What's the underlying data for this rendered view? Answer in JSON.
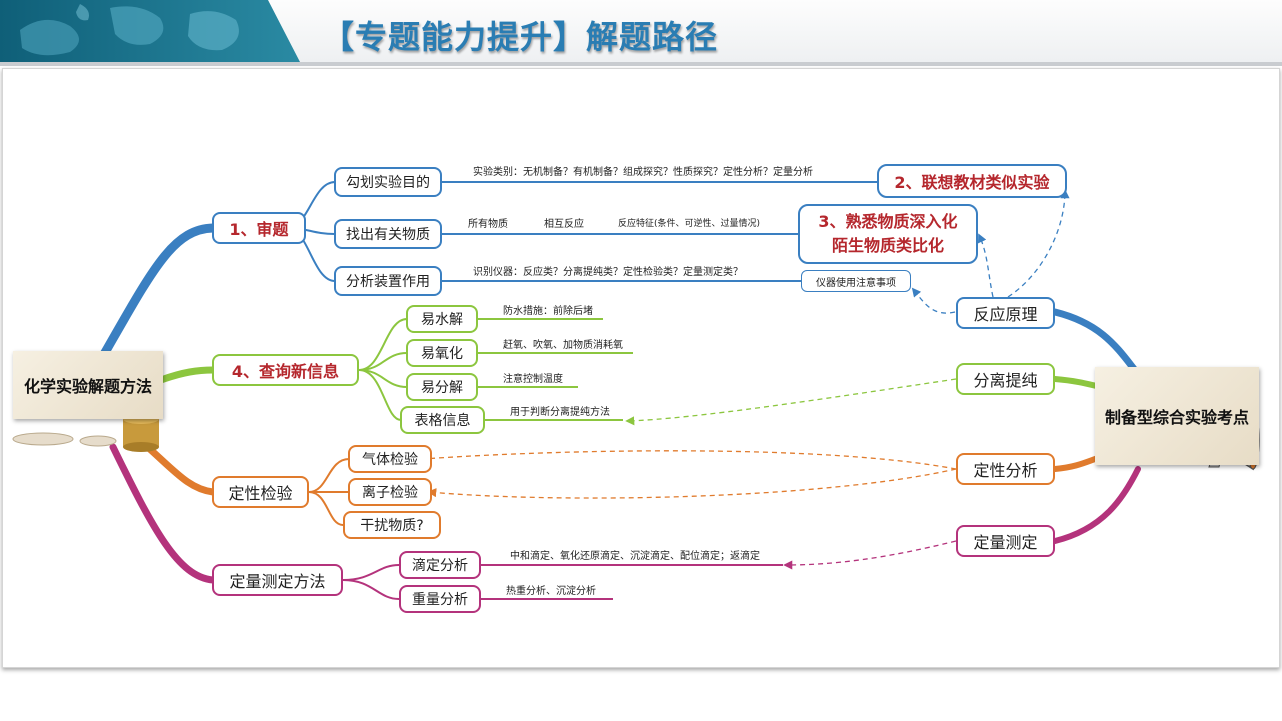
{
  "header": {
    "title": "【专题能力提升】解题路径"
  },
  "left_center": {
    "label": "化学实验解题方法"
  },
  "right_center": {
    "label": "制备型综合实验考点"
  },
  "branches": {
    "shenti": {
      "label": "1、审题",
      "children": {
        "mudi": {
          "label": "勾划实验目的",
          "note": "实验类别：无机制备？有机制备？组成探究？性质探究？定性分析？定量分析"
        },
        "wuzhi": {
          "label": "找出有关物质",
          "notes": [
            "所有物质",
            "相互反应",
            "反应特征(条件、可逆性、过量情况)"
          ]
        },
        "zhuangzhi": {
          "label": "分析装置作用",
          "note": "识别仪器：反应类？分离提纯类？定性检验类？定量测定类？"
        }
      }
    },
    "xinxi": {
      "label": "4、查询新信息",
      "children": {
        "shuijie": {
          "label": "易水解",
          "note": "防水措施：前除后堵"
        },
        "yanghua": {
          "label": "易氧化",
          "note": "赶氧、吹氧、加物质消耗氧"
        },
        "fenjie": {
          "label": "易分解",
          "note": "注意控制温度"
        },
        "biaoge": {
          "label": "表格信息",
          "note": "用于判断分离提纯方法"
        }
      }
    },
    "dingxing": {
      "label": "定性检验",
      "children": {
        "qiti": {
          "label": "气体检验"
        },
        "lizi": {
          "label": "离子检验"
        },
        "ganrao": {
          "label": "干扰物质?"
        }
      }
    },
    "dingliang": {
      "label": "定量测定方法",
      "children": {
        "diding": {
          "label": "滴定分析",
          "note": "中和滴定、氧化还原滴定、沉淀滴定、配位滴定；返滴定"
        },
        "zhongliang": {
          "label": "重量分析",
          "note": "热重分析、沉淀分析"
        }
      }
    }
  },
  "callouts": {
    "lianxiang": "2、联想教材类似实验",
    "shuxi_line1": "3、熟悉物质深入化",
    "shuxi_line2": "陌生物质类比化",
    "yiqi": "仪器使用注意事项"
  },
  "right_nodes": {
    "yuanli": "反应原理",
    "fenli": "分离提纯",
    "dingxing": "定性分析",
    "dingliang": "定量测定"
  },
  "colors": {
    "blue": "#3a7fc1",
    "green": "#8cc63f",
    "orange": "#e07b2d",
    "magenta": "#b4337c",
    "red_text": "#b5272d",
    "title": "#2a7db3"
  }
}
